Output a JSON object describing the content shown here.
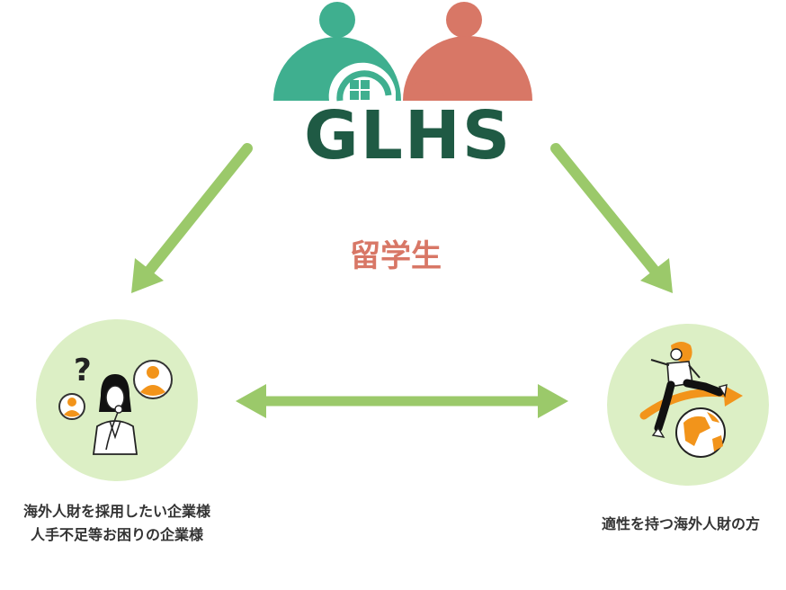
{
  "logo": {
    "text": "GLHS",
    "colors": {
      "green": "#3faf8f",
      "coral": "#d87766",
      "dark_green": "#1f5a44"
    }
  },
  "center_label": "留学生",
  "left_node": {
    "caption_line1": "海外人財を採用したい企業様",
    "caption_line2": "人手不足等お困りの企業様",
    "icons": [
      "question-mark-icon",
      "thinking-woman-icon",
      "user-icon",
      "user-icon"
    ]
  },
  "right_node": {
    "caption": "適性を持つ海外人財の方",
    "icons": [
      "running-woman-icon",
      "globe-icon",
      "orange-arrow-icon"
    ]
  },
  "colors": {
    "arrow": "#9bc96a",
    "circle_bg": "#dcefc5",
    "accent_orange": "#f2941b"
  }
}
